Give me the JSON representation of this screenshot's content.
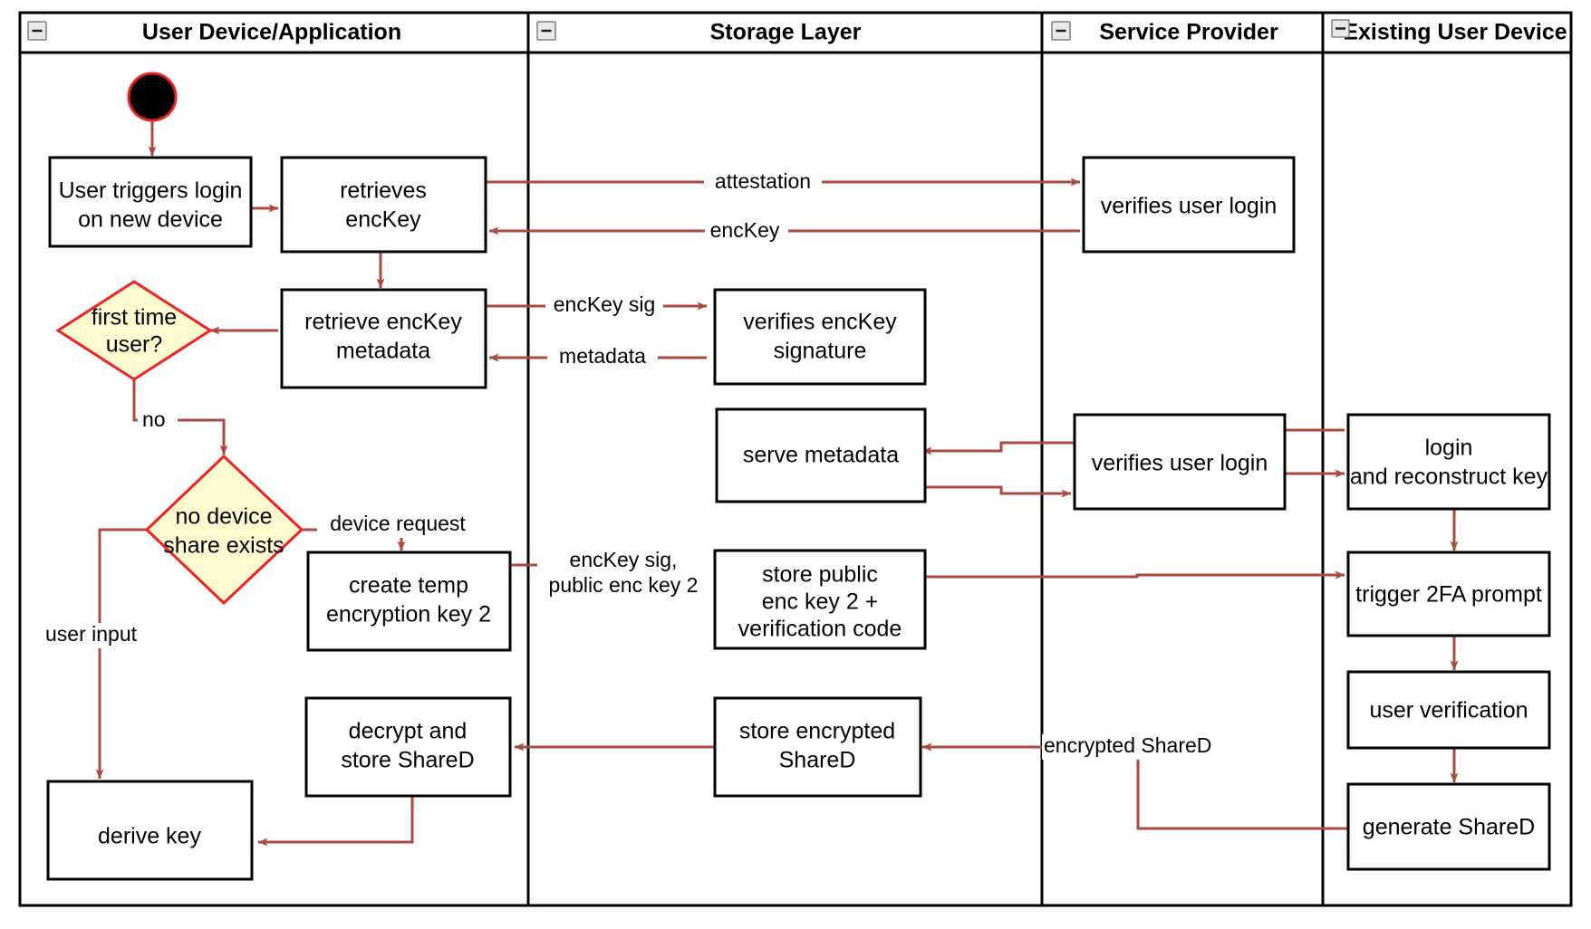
{
  "diagram": {
    "type": "uml-activity-swimlane",
    "title": "Key recovery / new device login flow",
    "colors": {
      "arrow": "#a84b42",
      "decision_fill": "#fdfbd0",
      "decision_stroke": "#ee2222",
      "box_stroke": "#000000",
      "box_fill": "#ffffff",
      "lane_stroke": "#000000",
      "start_node_fill": "#000000",
      "start_node_stroke": "#ee2222"
    },
    "lanes": [
      {
        "id": "lane-user-device",
        "title": "User Device/Application",
        "collapse_icon": "minus-square-icon"
      },
      {
        "id": "lane-storage",
        "title": "Storage Layer",
        "collapse_icon": "minus-square-icon"
      },
      {
        "id": "lane-service-provider",
        "title": "Service Provider",
        "collapse_icon": "minus-square-icon"
      },
      {
        "id": "lane-existing-device",
        "title": "Existing User Device",
        "collapse_icon": "minus-square-icon"
      }
    ],
    "nodes": {
      "start": {
        "label": "",
        "shape": "initial-node"
      },
      "user_triggers_login": {
        "label": "User triggers login\non new device",
        "line1": "User triggers login",
        "line2": "on new device",
        "shape": "activity"
      },
      "retrieves_enckey": {
        "label": "retrieves encKey",
        "line1": "retrieves",
        "line2": "encKey",
        "shape": "activity"
      },
      "retrieve_enckey_metadata": {
        "label": "retrieve encKey metadata",
        "line1": "retrieve encKey",
        "line2": "metadata",
        "shape": "activity"
      },
      "first_time_user": {
        "label": "first time user?",
        "line1": "first time",
        "line2": "user?",
        "shape": "decision"
      },
      "no_device_share_exists": {
        "label": "no device share exists",
        "line1": "no device",
        "line2": "share exists",
        "shape": "decision"
      },
      "create_temp_encryption_key_2": {
        "label": "create temp encryption key 2",
        "line1": "create temp",
        "line2": "encryption key 2",
        "shape": "activity"
      },
      "decrypt_and_store_shared": {
        "label": "decrypt and store ShareD",
        "line1": "decrypt and",
        "line2": "store ShareD",
        "shape": "activity"
      },
      "derive_key": {
        "label": "derive key",
        "line1": "derive key",
        "line2": "",
        "shape": "activity"
      },
      "verifies_enckey_signature": {
        "label": "verifies encKey signature",
        "line1": "verifies encKey",
        "line2": "signature",
        "shape": "activity"
      },
      "serve_metadata": {
        "label": "serve metadata",
        "line1": "serve metadata",
        "line2": "",
        "shape": "activity"
      },
      "store_public_enc_key_2": {
        "label": "store public enc key 2 + verification code",
        "line1": "store public",
        "line2": "enc key 2 +",
        "line3": "verification code",
        "shape": "activity"
      },
      "store_encrypted_shared": {
        "label": "store encrypted ShareD",
        "line1": "store encrypted",
        "line2": "ShareD",
        "shape": "activity"
      },
      "verifies_user_login_top": {
        "label": "verifies user login",
        "line1": "verifies user login",
        "line2": "",
        "shape": "activity"
      },
      "verifies_user_login_mid": {
        "label": "verifies user login",
        "line1": "verifies user login",
        "line2": "",
        "shape": "activity"
      },
      "login_and_reconstruct_key": {
        "label": "login and reconstruct key",
        "line1": "login",
        "line2": "and reconstruct key",
        "shape": "activity"
      },
      "trigger_2fa_prompt": {
        "label": "trigger 2FA prompt",
        "line1": "trigger 2FA prompt",
        "line2": "",
        "shape": "activity"
      },
      "user_verification": {
        "label": "user verification",
        "line1": "user verification",
        "line2": "",
        "shape": "activity"
      },
      "generate_shared": {
        "label": "generate ShareD",
        "line1": "generate ShareD",
        "line2": "",
        "shape": "activity"
      }
    },
    "edge_labels": {
      "attestation": "attestation",
      "enckey": "encKey",
      "enckey_sig": "encKey sig",
      "metadata": "metadata",
      "no": "no",
      "device_request": "device request",
      "user_input": "user input",
      "enckey_sig_public_enc_key_2_line1": "encKey sig,",
      "enckey_sig_public_enc_key_2_line2": "public enc key 2",
      "encrypted_shared": "encrypted ShareD"
    }
  }
}
